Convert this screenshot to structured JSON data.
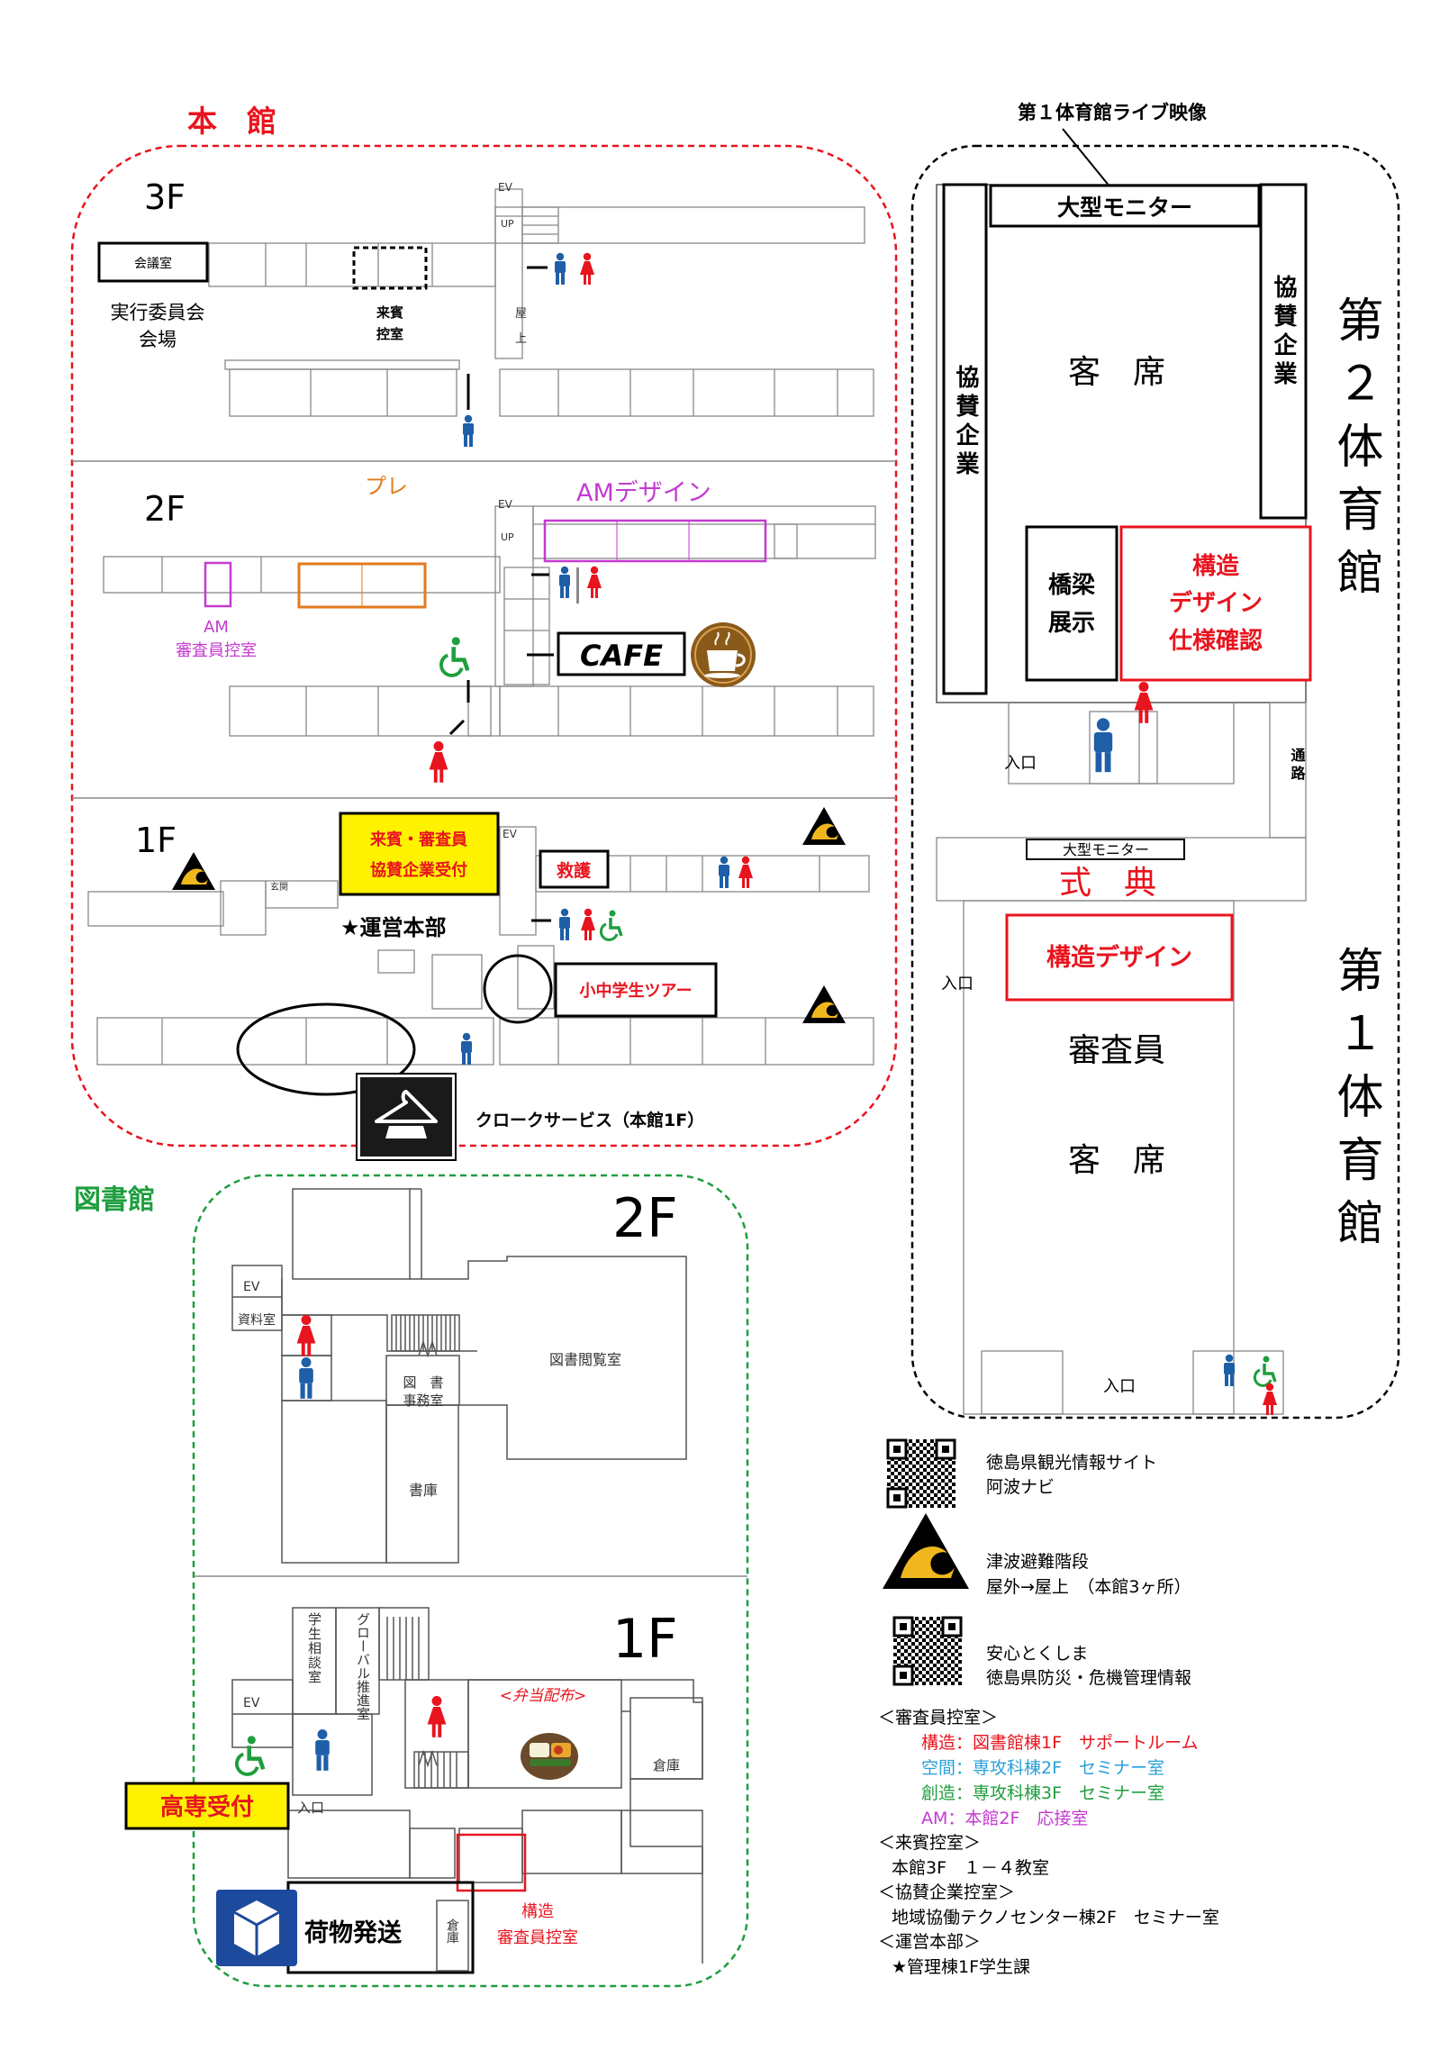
{
  "honkan": {
    "title": "本　館",
    "floor3": {
      "label": "3F",
      "ev": "EV",
      "up": "UP",
      "okujo1": "屋",
      "okujo2": "上",
      "kaigishitsu": "会議室",
      "jikkou1": "実行委員会",
      "jikkou2": "会場",
      "raihin1": "来賓",
      "raihin2": "控室"
    },
    "floor2": {
      "label": "2F",
      "ev": "EV",
      "up": "UP",
      "pre": "プレ",
      "am_design": "AMデザイン",
      "am_room1": "AM",
      "am_room2": "審査員控室",
      "cafe": "CAFE"
    },
    "floor1": {
      "label": "1F",
      "ev": "EV",
      "genkan": "玄関",
      "reception1": "来賓・審査員",
      "reception2": "協賛企業受付",
      "hq": "★運営本部",
      "kyugo": "救護",
      "tour": "小中学生ツアー",
      "cloak": "クロークサービス（本館1F）"
    }
  },
  "library": {
    "title": "図書館",
    "floor2": {
      "label": "2F",
      "ev": "EV",
      "shiryo": "資料室",
      "reading": "図書閲覧室",
      "office1": "図　書",
      "office2": "事務室",
      "stack": "書庫"
    },
    "floor1": {
      "label": "1F",
      "ev": "EV",
      "gakusei": "学生相談室",
      "global": "グローバル推進室",
      "bento": "<弁当配布>",
      "soko": "倉庫",
      "soko2": "倉庫",
      "entrance": "入口",
      "kosen": "高専受付",
      "kozo1": "構造",
      "kozo2": "審査員控室",
      "nimotsu": "荷物発送"
    }
  },
  "gym": {
    "live": "第１体育館ライブ映像",
    "monitor_big": "大型モニター",
    "monitor_small": "大型モニター",
    "sponsor_left": "協賛企業",
    "sponsor_right": "協賛企業",
    "seats_top": "客　席",
    "gym2_label": "第２体育館",
    "bridge1": "橋梁",
    "bridge2": "展示",
    "kozo_check1": "構造",
    "kozo_check2": "デザイン",
    "kozo_check3": "仕様確認",
    "entrance_a": "入口",
    "passage": "通路",
    "shikiten": "式　典",
    "kozo_design": "構造デザイン",
    "entrance_b": "入口",
    "judges": "審査員",
    "seats_bottom": "客　席",
    "gym1_label": "第１体育館",
    "entrance_c": "入口"
  },
  "legend": {
    "qr1_line1": "徳島県観光情報サイト",
    "qr1_line2": "阿波ナビ",
    "tsunami_line1": "津波避難階段",
    "tsunami_line2": "屋外→屋上　（本館3ヶ所）",
    "qr2_line1": "安心とくしま",
    "qr2_line2": "徳島県防災・危機管理情報",
    "judges_head": "＜審査員控室＞",
    "judges_kozo": "構造：図書館棟1F　サポートルーム",
    "judges_kukan": "空間：専攻科棟2F　セミナー室",
    "judges_souzou": "創造：専攻科棟3F　セミナー室",
    "judges_am": "AM：本館2F　応接室",
    "guest_head": "＜来賓控室＞",
    "guest_room": "本館3F　１－４教室",
    "sponsor_head": "＜協賛企業控室＞",
    "sponsor_room": "地域協働テクノセンター棟2F　セミナー室",
    "hq_head": "＜運営本部＞",
    "hq_room": "★管理棟1F学生課"
  },
  "colors": {
    "red": "#e8141e",
    "green": "#1e9e3e",
    "magenta": "#c43ad0",
    "orange": "#e27a1e",
    "blue": "#1e5fa8",
    "cyan": "#2aa0d8",
    "yellow": "#fff200",
    "brown": "#8a5a1a"
  },
  "icons": [
    "male-toilet-icon",
    "female-toilet-icon",
    "wheelchair-icon",
    "tsunami-evacuation-icon",
    "coffee-icon",
    "hanger-icon",
    "package-icon",
    "bento-icon",
    "qr-code-icon"
  ]
}
